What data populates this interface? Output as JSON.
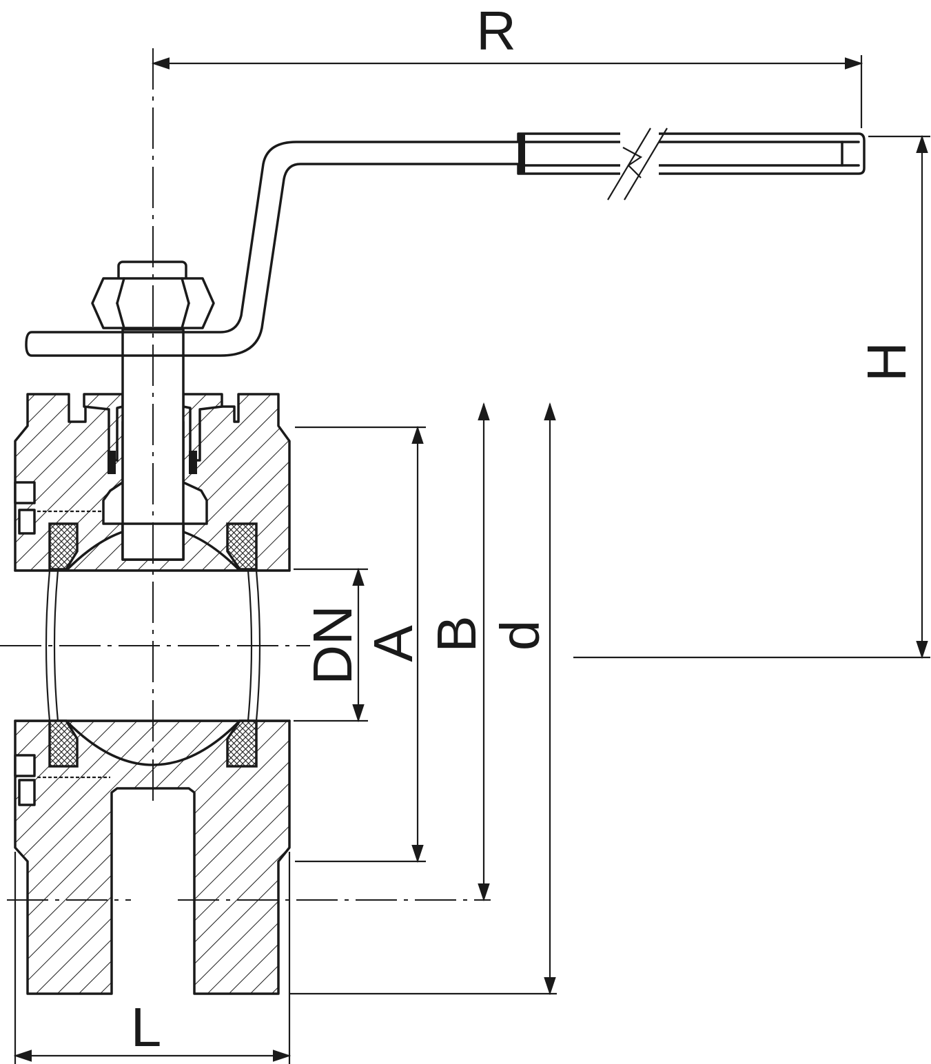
{
  "dimensions": {
    "R": "R",
    "H": "H",
    "DN": "DN",
    "A": "A",
    "B": "B",
    "d": "d",
    "L": "L"
  },
  "colors": {
    "line": "#1a1a1a",
    "background": "#ffffff"
  }
}
